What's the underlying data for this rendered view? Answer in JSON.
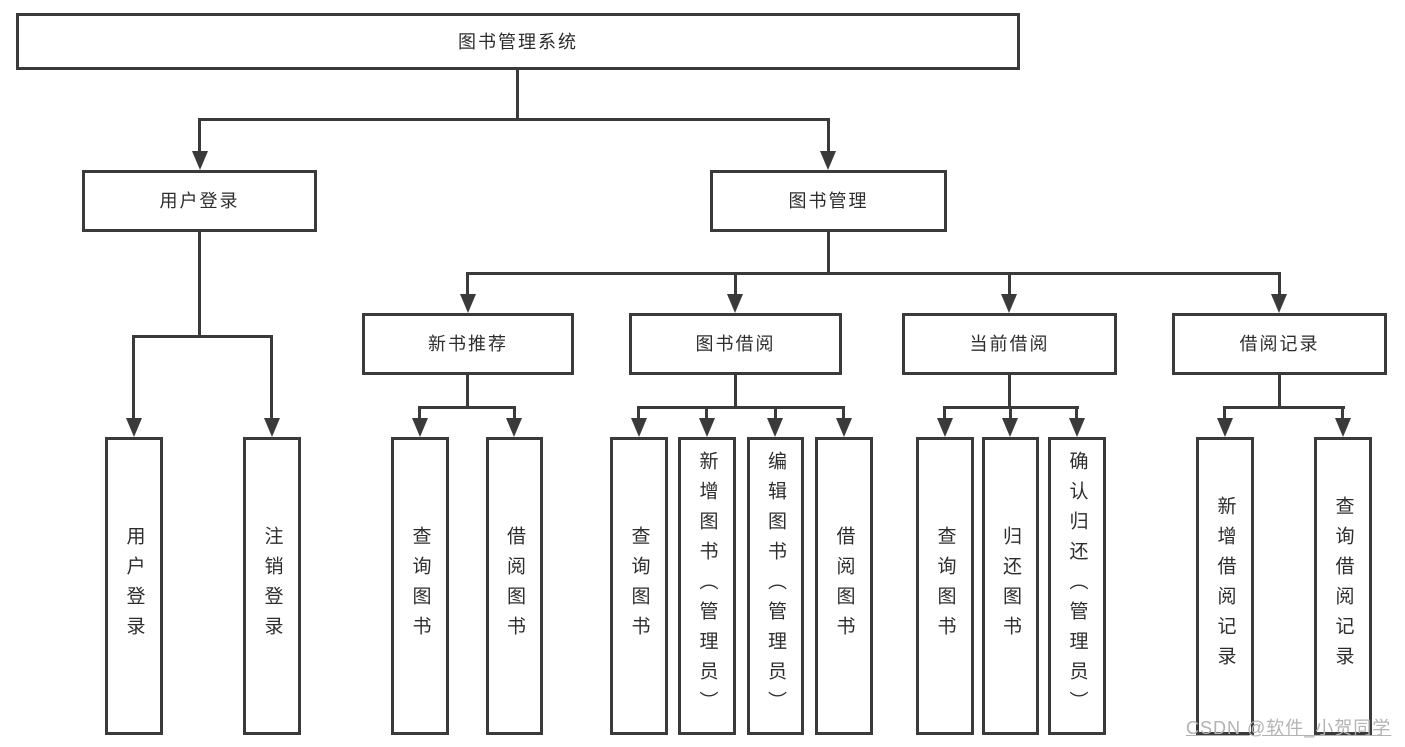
{
  "diagram": {
    "type": "hierarchy-diagram",
    "title": "图书管理系统",
    "watermark": "CSDN @软件_小贺同学",
    "colors": {
      "line": "#3a3a3a",
      "text": "#2d2d2d",
      "background": "#ffffff",
      "watermark": "#b3b3b3"
    },
    "nodes": {
      "root": {
        "label": "图书管理系统"
      },
      "user_login": {
        "label": "用户登录"
      },
      "book_mgmt": {
        "label": "图书管理"
      },
      "login": {
        "label": "用户登录"
      },
      "logout": {
        "label": "注销登录"
      },
      "new_book": {
        "label": "新书推荐"
      },
      "book_borrow": {
        "label": "图书借阅"
      },
      "current_borrow": {
        "label": "当前借阅"
      },
      "borrow_record": {
        "label": "借阅记录"
      },
      "nb_query": {
        "label": "查询图书"
      },
      "nb_borrow": {
        "label": "借阅图书"
      },
      "bb_query": {
        "label": "查询图书"
      },
      "bb_add": {
        "label": "新增图书（管理员）"
      },
      "bb_edit": {
        "label": "编辑图书（管理员）"
      },
      "bb_borrow": {
        "label": "借阅图书"
      },
      "cb_query": {
        "label": "查询图书"
      },
      "cb_return": {
        "label": "归还图书"
      },
      "cb_confirm": {
        "label": "确认归还（管理员）"
      },
      "br_add": {
        "label": "新增借阅记录"
      },
      "br_query": {
        "label": "查询借阅记录"
      }
    },
    "hierarchy": {
      "root": [
        "user_login",
        "book_mgmt"
      ],
      "user_login": [
        "login",
        "logout"
      ],
      "book_mgmt": [
        "new_book",
        "book_borrow",
        "current_borrow",
        "borrow_record"
      ],
      "new_book": [
        "nb_query",
        "nb_borrow"
      ],
      "book_borrow": [
        "bb_query",
        "bb_add",
        "bb_edit",
        "bb_borrow"
      ],
      "current_borrow": [
        "cb_query",
        "cb_return",
        "cb_confirm"
      ],
      "borrow_record": [
        "br_add",
        "br_query"
      ]
    }
  }
}
